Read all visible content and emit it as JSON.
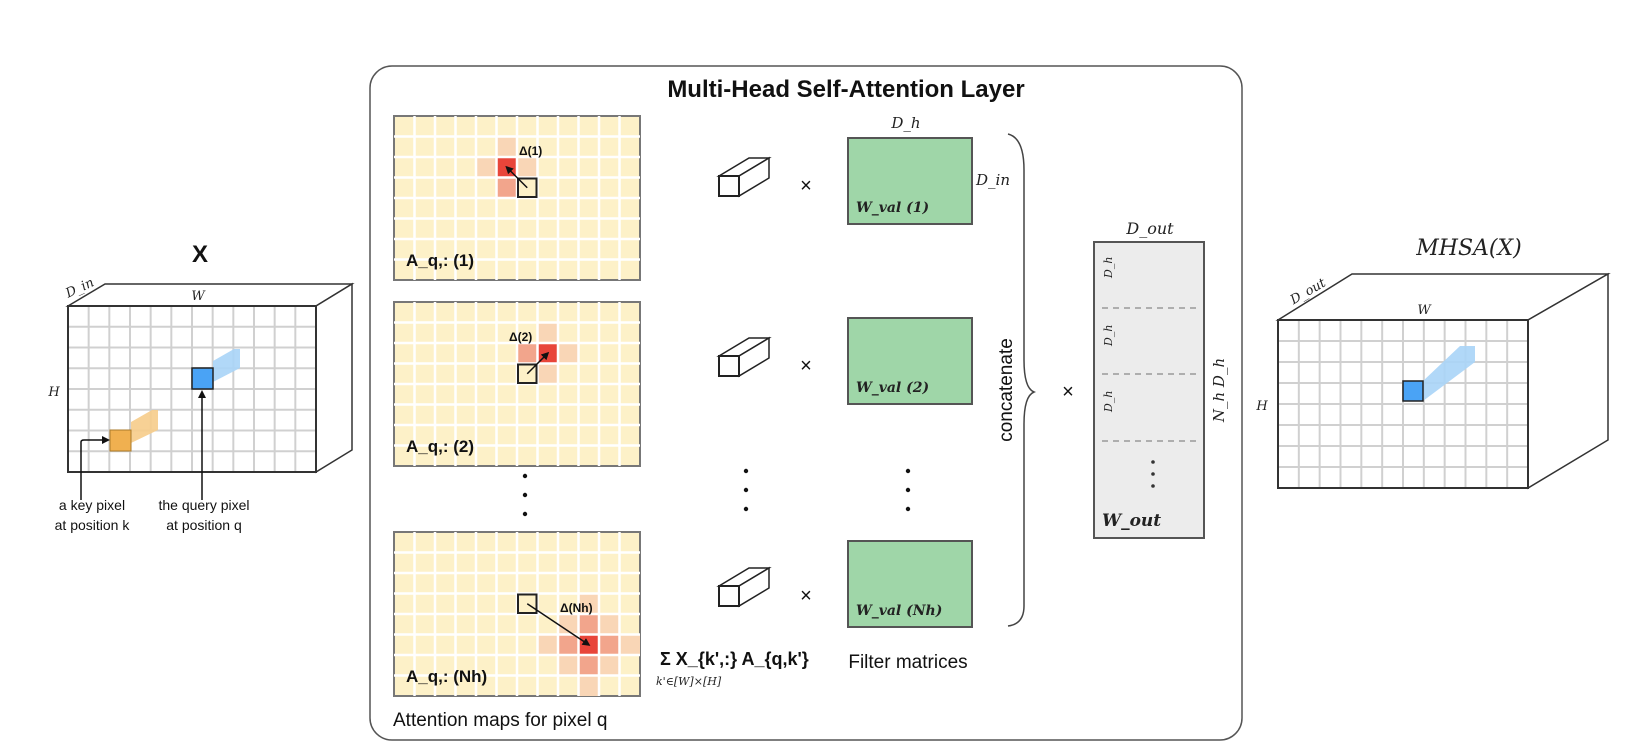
{
  "colors": {
    "attention_bg": "#fdf1c8",
    "attention_low": "#f9d6b6",
    "attention_mid": "#f2a58c",
    "attention_high": "#e8453a",
    "filter_green": "#9fd6a8",
    "wout_gray": "#ececec",
    "query_blue": "#4aa3f5",
    "query_blue_light": "#a8d4f7",
    "key_orange": "#f0b050",
    "key_orange_light": "#f6cc8a",
    "grid_line": "#d0d0d0"
  },
  "input": {
    "title": "X",
    "depth_label": "D_in",
    "width_label": "W",
    "height_label": "H",
    "key_caption_line1": "a key pixel",
    "key_caption_line2": "at position k",
    "query_caption_line1": "the query pixel",
    "query_caption_line2": "at position q"
  },
  "layer": {
    "title": "Multi-Head Self-Attention Layer",
    "attention_caption": "Attention maps for pixel q",
    "sum_formula": "Σ X_{k',:} A_{q,k'}",
    "sum_subscript": "k'∈[W]×[H]",
    "filter_caption": "Filter matrices",
    "concat_label": "concatenate",
    "times": "×",
    "heads": [
      {
        "map_label": "A_q,: (1)",
        "shift_label": "Δ(1)",
        "filter_label": "W_val (1)"
      },
      {
        "map_label": "A_q,: (2)",
        "shift_label": "Δ(2)",
        "filter_label": "W_val (2)"
      },
      {
        "map_label": "A_q,: (Nh)",
        "shift_label": "Δ(Nh)",
        "filter_label": "W_val (Nh)"
      }
    ],
    "filter_top_label": "D_h",
    "filter_side_label": "D_in",
    "wout": {
      "label": "W_out",
      "top_label": "D_out",
      "side_label": "N_h D_h",
      "block_label": "D_h"
    }
  },
  "output": {
    "title": "MHSA(X)",
    "depth_label": "D_out",
    "width_label": "W",
    "height_label": "H"
  }
}
